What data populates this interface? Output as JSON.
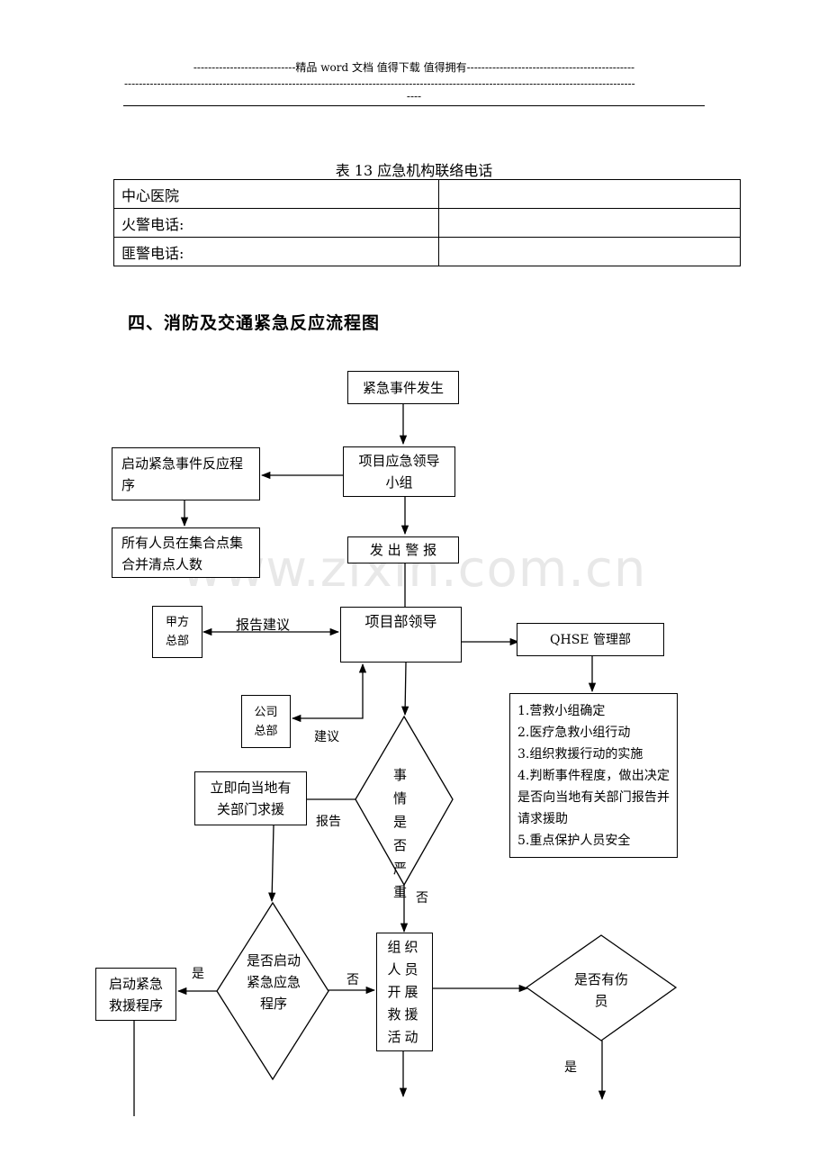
{
  "header": {
    "line1": "----------------------------精品 word 文档  值得下载  值得拥有----------------------------------------------",
    "line2": "--------------------------------------------------------------------------------------------------------------------------------------------",
    "line3": "----"
  },
  "table": {
    "caption": "表 13  应急机构联络电话",
    "rows": [
      {
        "label": "中心医院",
        "value": ""
      },
      {
        "label": "火警电话:",
        "value": ""
      },
      {
        "label": "匪警电话:",
        "value": ""
      }
    ]
  },
  "section_title": "四、消防及交通紧急反应流程图",
  "watermark": "www.zixin.com.cn",
  "flow": {
    "event": "紧急事件发生",
    "leader_group": "项目应急领导小组",
    "start_procedure": "启动紧急事件反应程序",
    "assembly": "所有人员在集合点集合并清点人数",
    "alarm": "发 出 警 报",
    "party_a": "甲方总部",
    "report_suggest": "报告建议",
    "project_leader": "项目部领导",
    "qhse": "QHSE 管理部",
    "company_hq": "公司总部",
    "suggest": "建议",
    "qhse_tasks": [
      "1.营救小组确定",
      "2.医疗急救小组行动",
      "3.组织救援行动的实施",
      "4.判断事件程度，做出决定是否向当地有关部门报告并请求援助",
      "5.重点保护人员安全"
    ],
    "serious_q": "事情是否严重",
    "report": "报告",
    "local_help": "立即向当地有关部门求援",
    "no1": "否",
    "start_emergency_q": "是否启动紧急应急程序",
    "yes1": "是",
    "no2": "否",
    "start_rescue": "启动紧急救援程序",
    "organize_rescue": "组织人员开展救援活动",
    "injured_q": "是否有伤员",
    "yes2": "是"
  }
}
